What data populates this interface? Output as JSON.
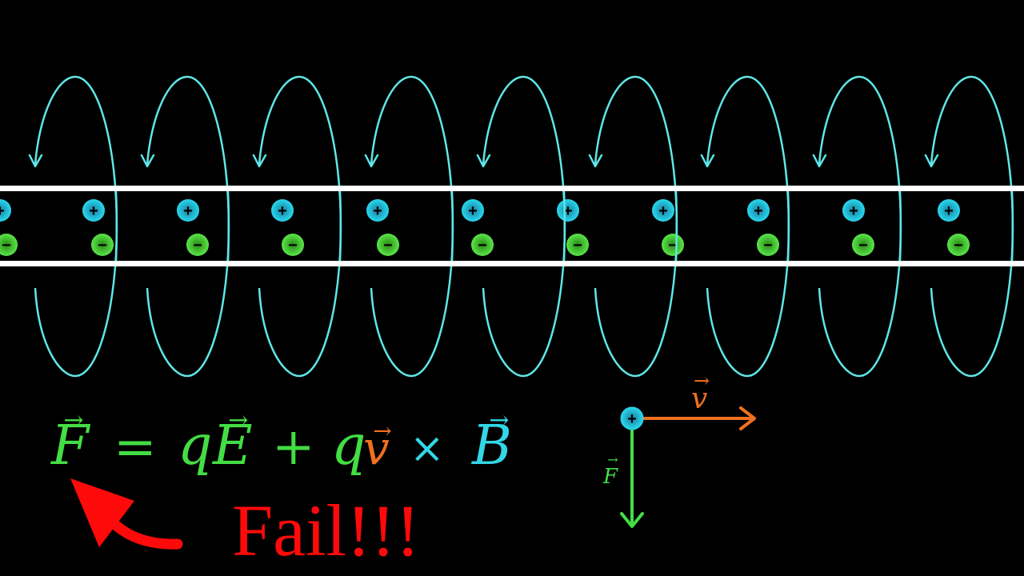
{
  "colors": {
    "background": "#000000",
    "wire": "#ffffff",
    "field_loop": "#5ee6e6",
    "positive_charge": "#22d0e8",
    "negative_charge": "#4ae04a",
    "force": "#44dd44",
    "velocity": "#f07020",
    "magnetic": "#33d6e6",
    "fail": "#ff0a0a"
  },
  "charges": {
    "positive_symbol": "+",
    "negative_symbol": "−"
  },
  "equation": {
    "F": "F",
    "eq": "=",
    "q1": "q",
    "E": "E",
    "plus": "+",
    "q2": "q",
    "v": "v",
    "times": "×",
    "B": "B",
    "arrow": "→"
  },
  "fail_text": "Fail!!!",
  "inset": {
    "velocity_label": "v",
    "force_label": "F",
    "arrow": "→",
    "charge_symbol": "+"
  }
}
